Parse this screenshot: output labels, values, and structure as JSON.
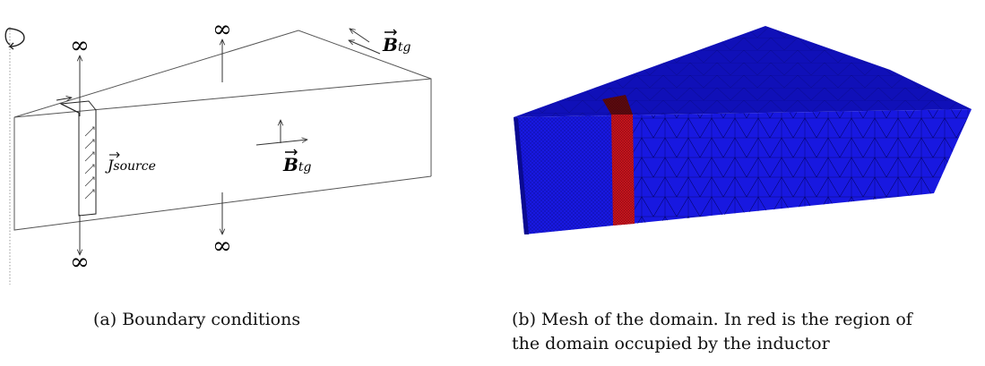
{
  "figure_a": {
    "caption": "(a) Boundary conditions",
    "infinity_symbol": "∞",
    "j_label": "J",
    "j_sub": "source",
    "b_label": "B",
    "b_sub": "tg",
    "rotation_icon": "rotation-arrow-icon"
  },
  "figure_b": {
    "caption_line1": "(b) Mesh of the domain. In red is the region of",
    "caption_line2": "the domain occupied by the inductor",
    "colors": {
      "domain": "#1515d8",
      "inductor": "#c8141e",
      "mesh_line": "#000060"
    }
  }
}
